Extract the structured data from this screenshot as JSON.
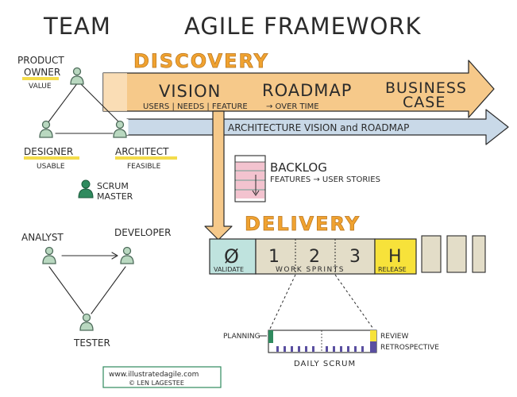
{
  "titles": {
    "team": "TEAM",
    "framework": "AGILE FRAMEWORK"
  },
  "team_roles": {
    "product_owner": {
      "name_line1": "PRODUCT",
      "name_line2": "OWNER",
      "focus": "VALUE"
    },
    "designer": {
      "name": "DESIGNER",
      "focus": "USABLE"
    },
    "architect": {
      "name": "ARCHITECT",
      "focus": "FEASIBLE"
    },
    "scrum_master": {
      "line1": "SCRUM",
      "line2": "MASTER"
    },
    "analyst": "ANALYST",
    "developer": "DEVELOPER",
    "tester": "TESTER"
  },
  "discovery": {
    "heading": "DISCOVERY",
    "vision": "VISION",
    "vision_sub": "USERS | NEEDS | FEATURE",
    "roadmap": "ROADMAP",
    "roadmap_sub": "→ OVER TIME",
    "business_case_line1": "BUSINESS",
    "business_case_line2": "CASE",
    "architecture": "ARCHITECTURE VISION and ROADMAP"
  },
  "backlog": {
    "title": "BACKLOG",
    "subtitle": "FEATURES → USER STORIES"
  },
  "delivery": {
    "heading": "DELIVERY",
    "sprint_zero": "Ø",
    "validate": "VALIDATE",
    "sprints": [
      "1",
      "2",
      "3"
    ],
    "work_sprints": "WORK SPRINTS",
    "hardening": "H",
    "release": "RELEASE"
  },
  "sprint_detail": {
    "planning": "PLANNING",
    "review": "REVIEW",
    "retrospective": "RETROSPECTIVE",
    "daily_scrum": "DAILY SCRUM"
  },
  "credit": {
    "url": "www.illustratedagile.com",
    "author": "© LEN LAGESTEE"
  },
  "colors": {
    "discovery_orange": "#f6c98a",
    "heading_orange": "#f0a230",
    "architecture_blue": "#c9d9e8",
    "validate_teal": "#bfe3de",
    "release_yellow": "#f7e23a",
    "backlog_pink": "#f3c3cf",
    "highlight_yellow": "#f4dc4a",
    "person_green": "#b9d8c0",
    "scrum_green": "#2f8a5e",
    "sprint_tan": "#e3ddc8",
    "scrum_purple": "#5a4fa0"
  },
  "icons": [
    "person-icon",
    "scrum-master-icon",
    "discovery-arrow",
    "architecture-arrow",
    "down-arrow",
    "sprint-strip"
  ]
}
